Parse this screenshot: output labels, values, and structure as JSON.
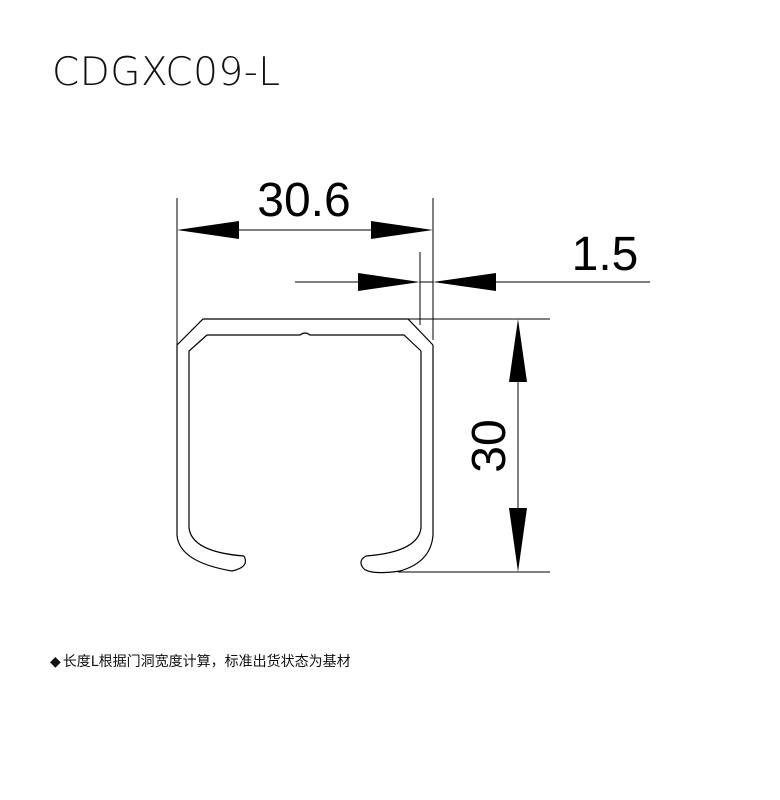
{
  "title": "CDGXC09-L",
  "dimensions": {
    "width": "30.6",
    "thickness": "1.5",
    "height": "30"
  },
  "note": {
    "bullet": "◆",
    "text": "长度L根据门洞宽度计算，标准出货状态为基材"
  }
}
